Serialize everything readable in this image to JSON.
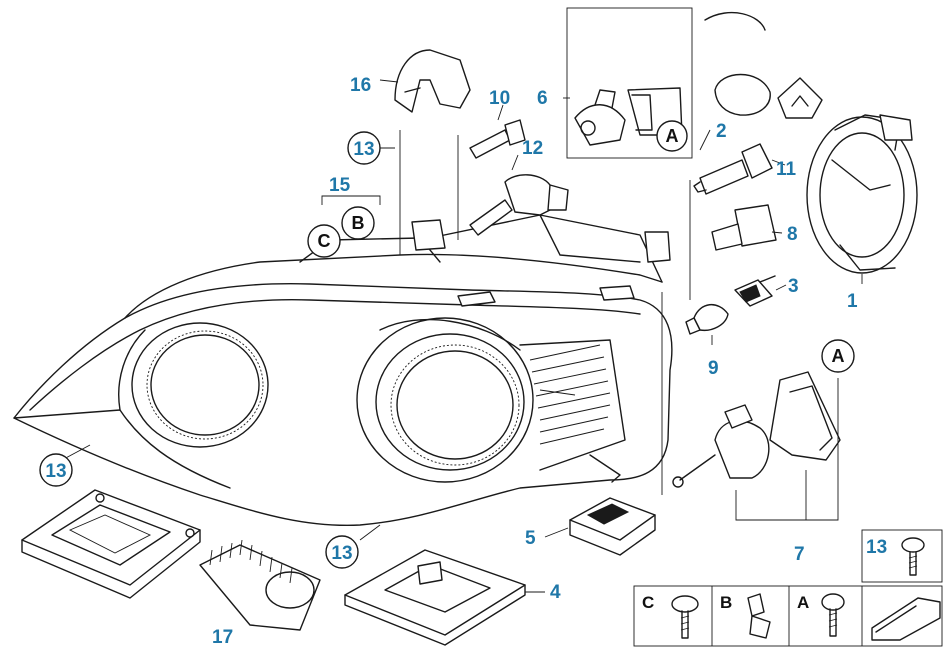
{
  "colors": {
    "label_blue": "#1f77a8",
    "line": "#1a1a1a",
    "background": "#ffffff"
  },
  "callouts": {
    "c1": "1",
    "c2": "2",
    "c3": "3",
    "c4": "4",
    "c5": "5",
    "c6": "6",
    "c7": "7",
    "c8": "8",
    "c9": "9",
    "c10": "10",
    "c11": "11",
    "c12": "12",
    "c13_top": "13",
    "c13_left": "13",
    "c13_mid": "13",
    "c13_legend": "13",
    "c15": "15",
    "c16": "16",
    "c17": "17"
  },
  "ref_letters": {
    "a_inset": "A",
    "a_right": "A",
    "b_15": "B",
    "c_15": "C",
    "legend_c": "C",
    "legend_b": "B",
    "legend_a": "A"
  }
}
